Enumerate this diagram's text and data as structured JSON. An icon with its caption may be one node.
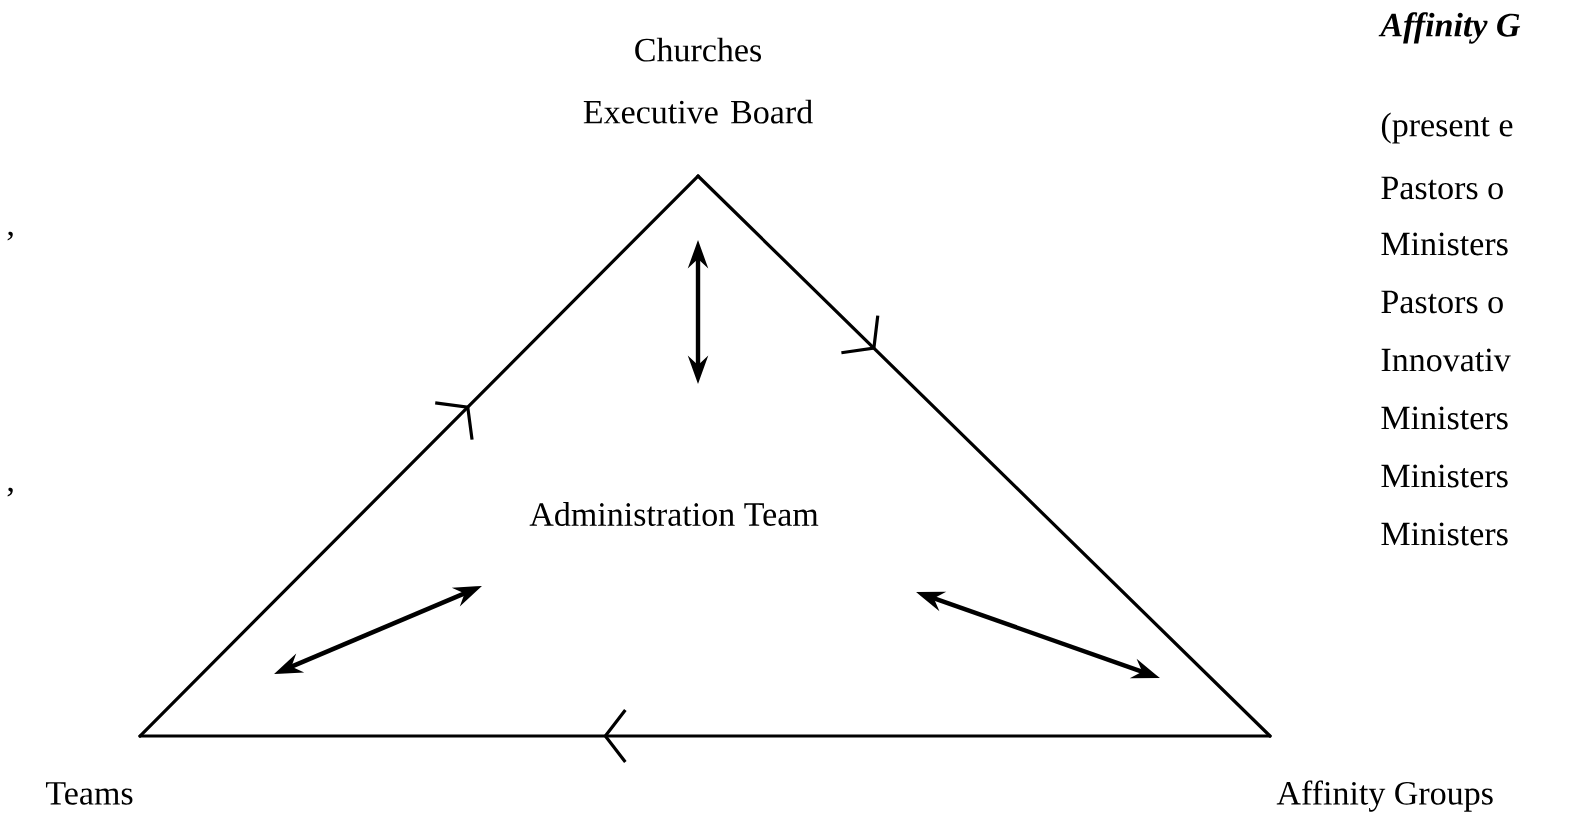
{
  "diagram": {
    "nodes": [
      {
        "text": [
          "Churches Executive Board"
        ]
      },
      {
        "text": [
          "Administration Team"
        ]
      },
      {
        "text": [
          "Teams"
        ]
      },
      {
        "text": [
          "Affinity Groups"
        ]
      }
    ],
    "edges": [
      {
        "from": 2,
        "to": 0,
        "arrow": "to"
      },
      {
        "from": 0,
        "to": 3,
        "arrow": "to"
      },
      {
        "from": 3,
        "to": 2,
        "arrow": "to"
      }
    ],
    "labels": [
      "Affinity G",
      "(present e",
      "Pastors o",
      "Ministers",
      "Pastors o",
      "Innovativ",
      "Ministers",
      "Ministers",
      "Ministers",
      ",",
      ","
    ]
  }
}
